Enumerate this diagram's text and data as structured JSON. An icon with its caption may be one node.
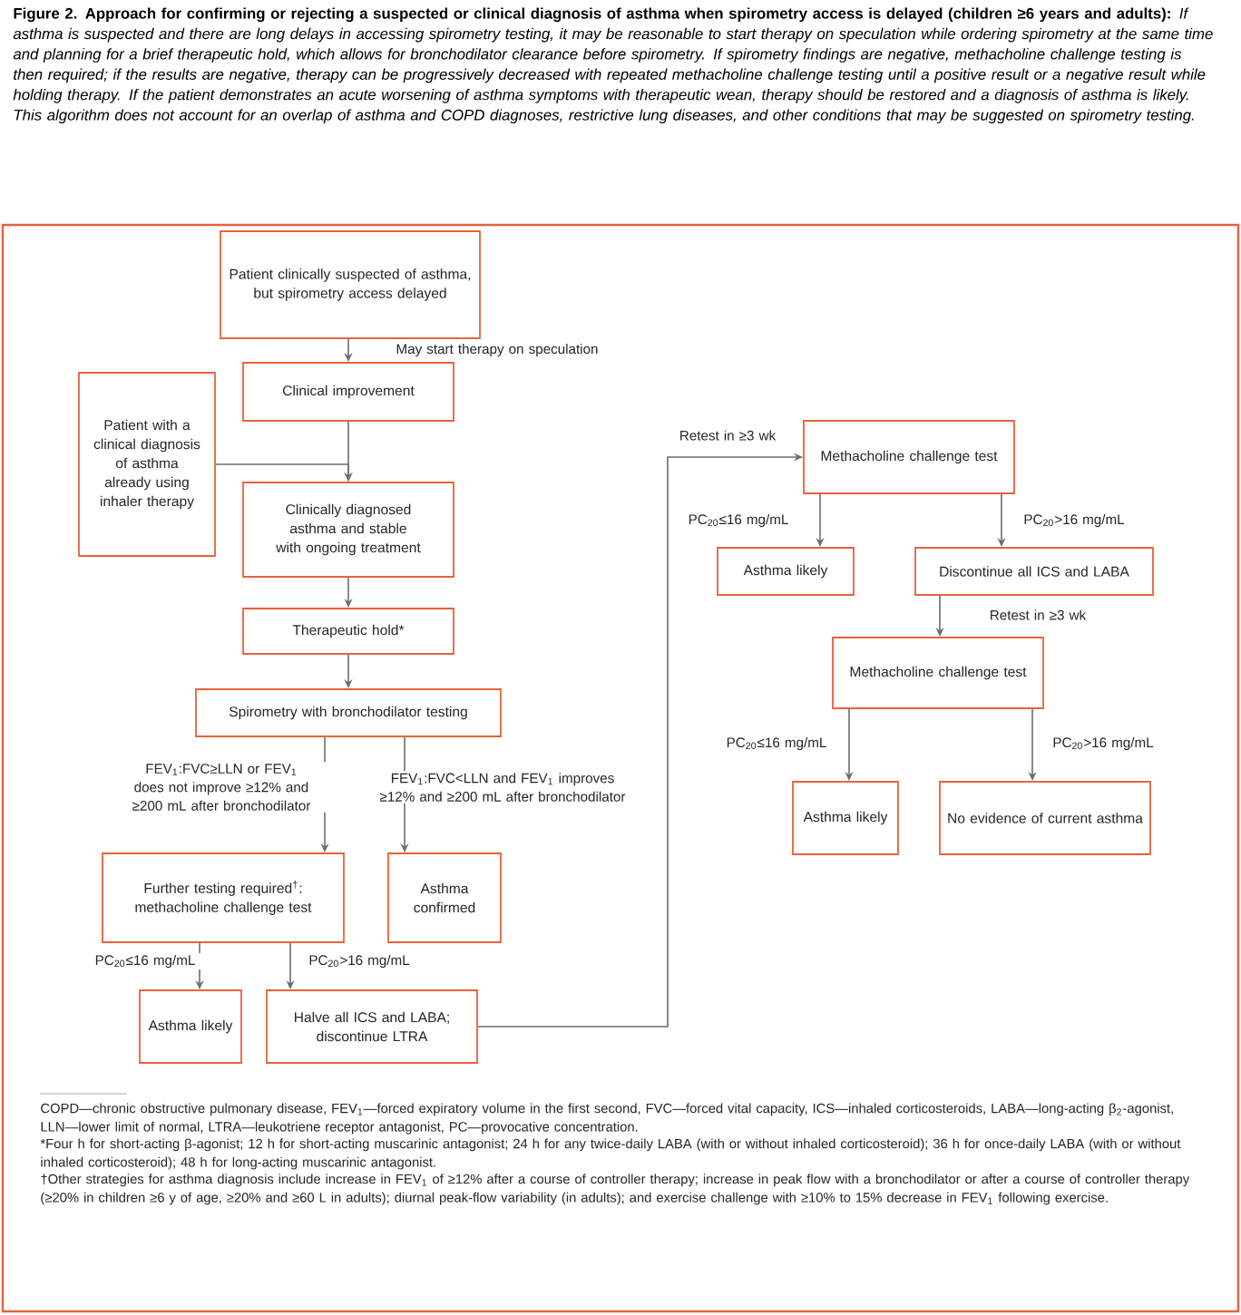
{
  "diagram": {
    "title": "**Figure 2. Approach for confirming or rejecting a suspected or clinical diagnosis of asthma when spirometry access is delayed (children ≥6 years and adults):** *If asthma is suspected and there are long delays in accessing spirometry testing, it may be reasonable to start therapy on speculation while ordering spirometry at the same time and planning for a brief therapeutic hold, which allows for bronchodilator clearance before spirometry. If spirometry findings are negative, methacholine challenge testing is then required; if the results are negative, therapy can be progressively decreased with repeated methacholine challenge testing until a positive result or a negative result while holding therapy. If the patient demonstrates an acute worsening of asthma symptoms with therapeutic wean, therapy should be restored and a diagnosis of asthma is likely. This algorithm does not account for an overlap of asthma and COPD diagnoses, restrictive lung diseases, and other conditions that may be suggested on spirometry testing.*",
    "nodes": [
      {
        "text": [
          "Patient clinically suspected of asthma, but spirometry access delayed"
        ]
      },
      {
        "text": [
          "Clinical improvement"
        ]
      },
      {
        "text": [
          "Patient with a clinical diagnosis of asthma already using inhaler therapy"
        ]
      },
      {
        "text": [
          "Clinically diagnosed asthma and stable with ongoing treatment"
        ]
      },
      {
        "text": [
          "Therapeutic hold*"
        ]
      },
      {
        "text": [
          "Spirometry with bronchodilator testing"
        ]
      },
      {
        "text": [
          "Further testing required$^{†}$: methacholine challenge test"
        ]
      },
      {
        "text": [
          "Asthma confirmed"
        ]
      },
      {
        "text": [
          "Asthma likely"
        ]
      },
      {
        "text": [
          "Halve all ICS and LABA; discontinue LTRA"
        ]
      },
      {
        "text": [
          "Methacholine challenge test"
        ]
      },
      {
        "text": [
          "Asthma likely"
        ]
      },
      {
        "text": [
          "Discontinue all ICS and LABA"
        ]
      },
      {
        "text": [
          "Methacholine challenge test"
        ]
      },
      {
        "text": [
          "Asthma likely"
        ]
      },
      {
        "text": [
          "No evidence of current asthma"
        ]
      }
    ],
    "edges": [
      {
        "from": 0,
        "to": 1,
        "arrow": "to",
        "label": "May start therapy on speculation"
      },
      {
        "from": 1,
        "to": 3,
        "arrow": "to"
      },
      {
        "from": 2,
        "to": 3,
        "arrow": "to"
      },
      {
        "from": 3,
        "to": 4,
        "arrow": "to"
      },
      {
        "from": 4,
        "to": 5,
        "arrow": "to"
      },
      {
        "from": 5,
        "to": 6,
        "arrow": "to",
        "label": "FEV$_{1}$:FVC≥LLN or FEV$_{1}$ does not improve ≥12% and ≥200 mL after bronchodilator"
      },
      {
        "from": 5,
        "to": 7,
        "arrow": "to",
        "label": "FEV$_{1}$:FVC<LLN and FEV$_{1}$ improves ≥12% and ≥200 mL after bronchodilator"
      },
      {
        "from": 6,
        "to": 8,
        "arrow": "to",
        "label": "PC$_{20}$≤16 mg/mL"
      },
      {
        "from": 6,
        "to": 9,
        "arrow": "to",
        "label": "PC$_{20}$>16 mg/mL"
      },
      {
        "from": 9,
        "to": 10,
        "arrow": "to",
        "label": "Retest in ≥3 wk"
      },
      {
        "from": 10,
        "to": 11,
        "arrow": "to",
        "label": "PC$_{20}$≤16 mg/mL"
      },
      {
        "from": 10,
        "to": 12,
        "arrow": "to",
        "label": "PC$_{20}$>16 mg/mL"
      },
      {
        "from": 12,
        "to": 13,
        "arrow": "to",
        "label": "Retest in ≥3 wk"
      },
      {
        "from": 13,
        "to": 14,
        "arrow": "to",
        "label": "PC$_{20}$≤16 mg/mL"
      },
      {
        "from": 13,
        "to": 15,
        "arrow": "to",
        "label": "PC$_{20}$>16 mg/mL"
      }
    ],
    "labels": [
      "COPD—chronic obstructive pulmonary disease, FEV$_{1}$—forced expiratory volume in the first second, FVC—forced vital capacity, ICS—inhaled corticosteroids, LABA—long-acting β$_{2}$-agonist, LLN—lower limit of normal, LTRA—leukotriene receptor antagonist, PC—provocative concentration.",
      "*Four h for short-acting β-agonist; 12 h for short-acting muscarinic antagonist; 24 h for any twice-daily LABA (with or without inhaled corticosteroid); 36 h for once-daily LABA (with or without inhaled corticosteroid); 48 h for long-acting muscarinic antagonist.",
      "†Other strategies for asthma diagnosis include increase in FEV$_{1}$ of ≥12% after a course of controller therapy; increase in peak flow with a bronchodilator or after a course of controller therapy (≥20% in children ≥6 y of age, ≥20% and ≥60 L in adults); diurnal peak-flow variability (in adults); and exercise challenge with ≥10% to 15% decrease in FEV$_{1}$ following exercise."
    ]
  }
}
